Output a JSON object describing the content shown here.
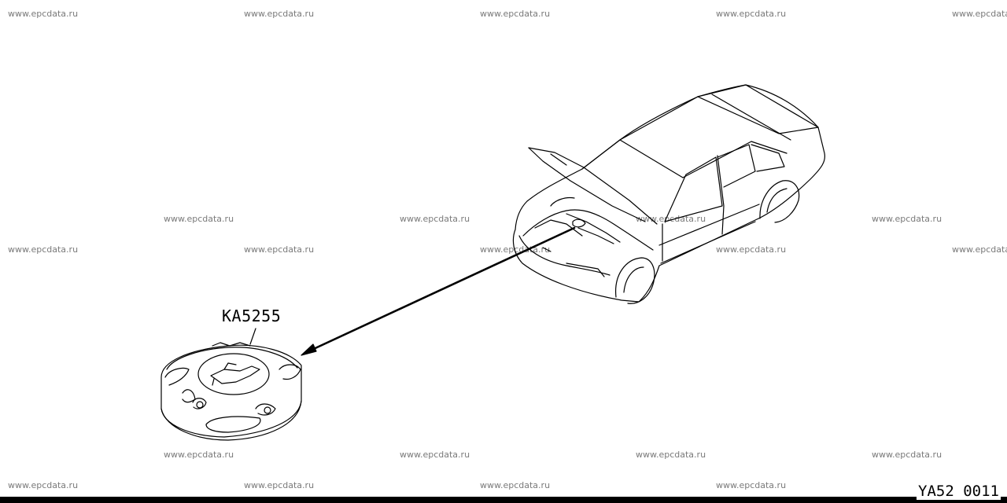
{
  "watermark": "www.epcdata.ru",
  "part_label": "KA5255",
  "figure_code": "YA52  0011"
}
